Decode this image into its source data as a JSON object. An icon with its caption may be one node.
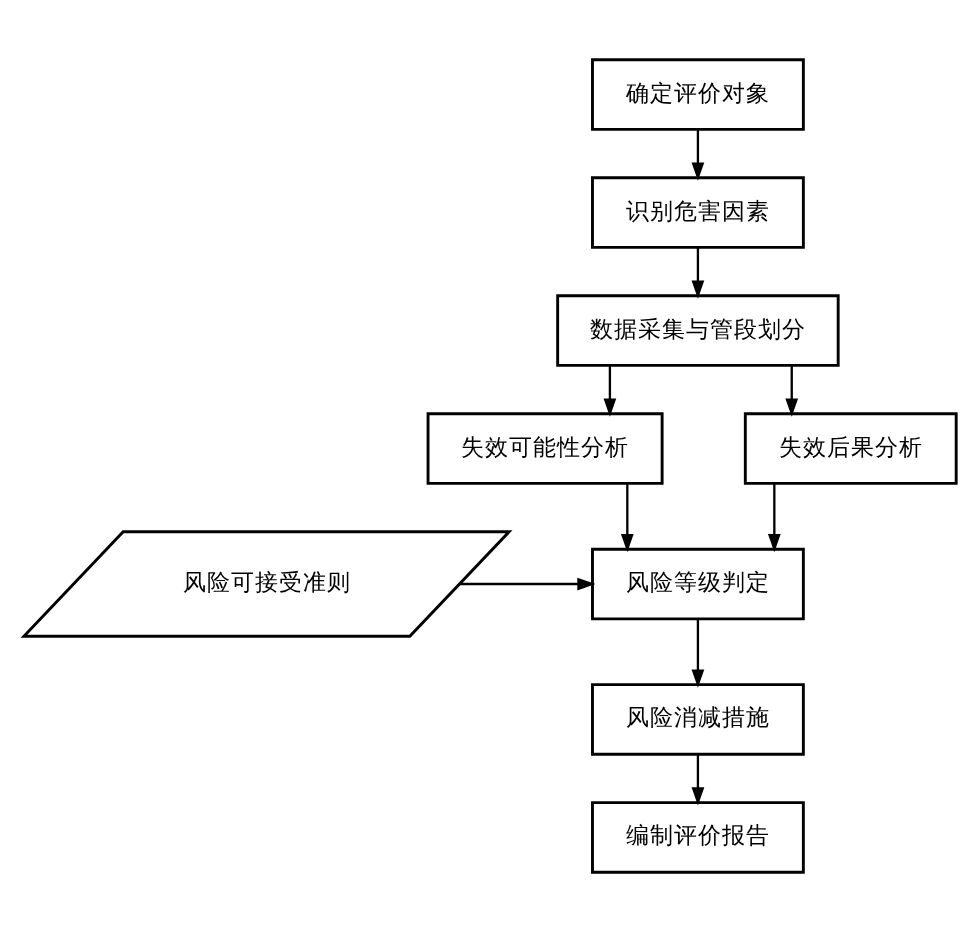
{
  "diagram": {
    "nodes": [
      {
        "text": [
          "确定评价对象"
        ]
      },
      {
        "text": [
          "识别危害因素"
        ]
      },
      {
        "text": [
          "数据采集与管段划分"
        ]
      },
      {
        "text": [
          "失效可能性分析"
        ]
      },
      {
        "text": [
          "失效后果分析"
        ]
      },
      {
        "text": [
          "风险等级判定"
        ]
      },
      {
        "text": [
          "风险可接受准则"
        ]
      },
      {
        "text": [
          "风险消减措施"
        ]
      },
      {
        "text": [
          "编制评价报告"
        ]
      }
    ],
    "edges": [
      {
        "from": 0,
        "to": 1,
        "arrow": "to"
      },
      {
        "from": 1,
        "to": 2,
        "arrow": "to"
      },
      {
        "from": 2,
        "to": 3,
        "arrow": "to"
      },
      {
        "from": 2,
        "to": 4,
        "arrow": "to"
      },
      {
        "from": 3,
        "to": 5,
        "arrow": "to"
      },
      {
        "from": 4,
        "to": 5,
        "arrow": "to"
      },
      {
        "from": 6,
        "to": 5,
        "arrow": "to"
      },
      {
        "from": 5,
        "to": 7,
        "arrow": "to"
      },
      {
        "from": 7,
        "to": 8,
        "arrow": "to"
      }
    ]
  }
}
